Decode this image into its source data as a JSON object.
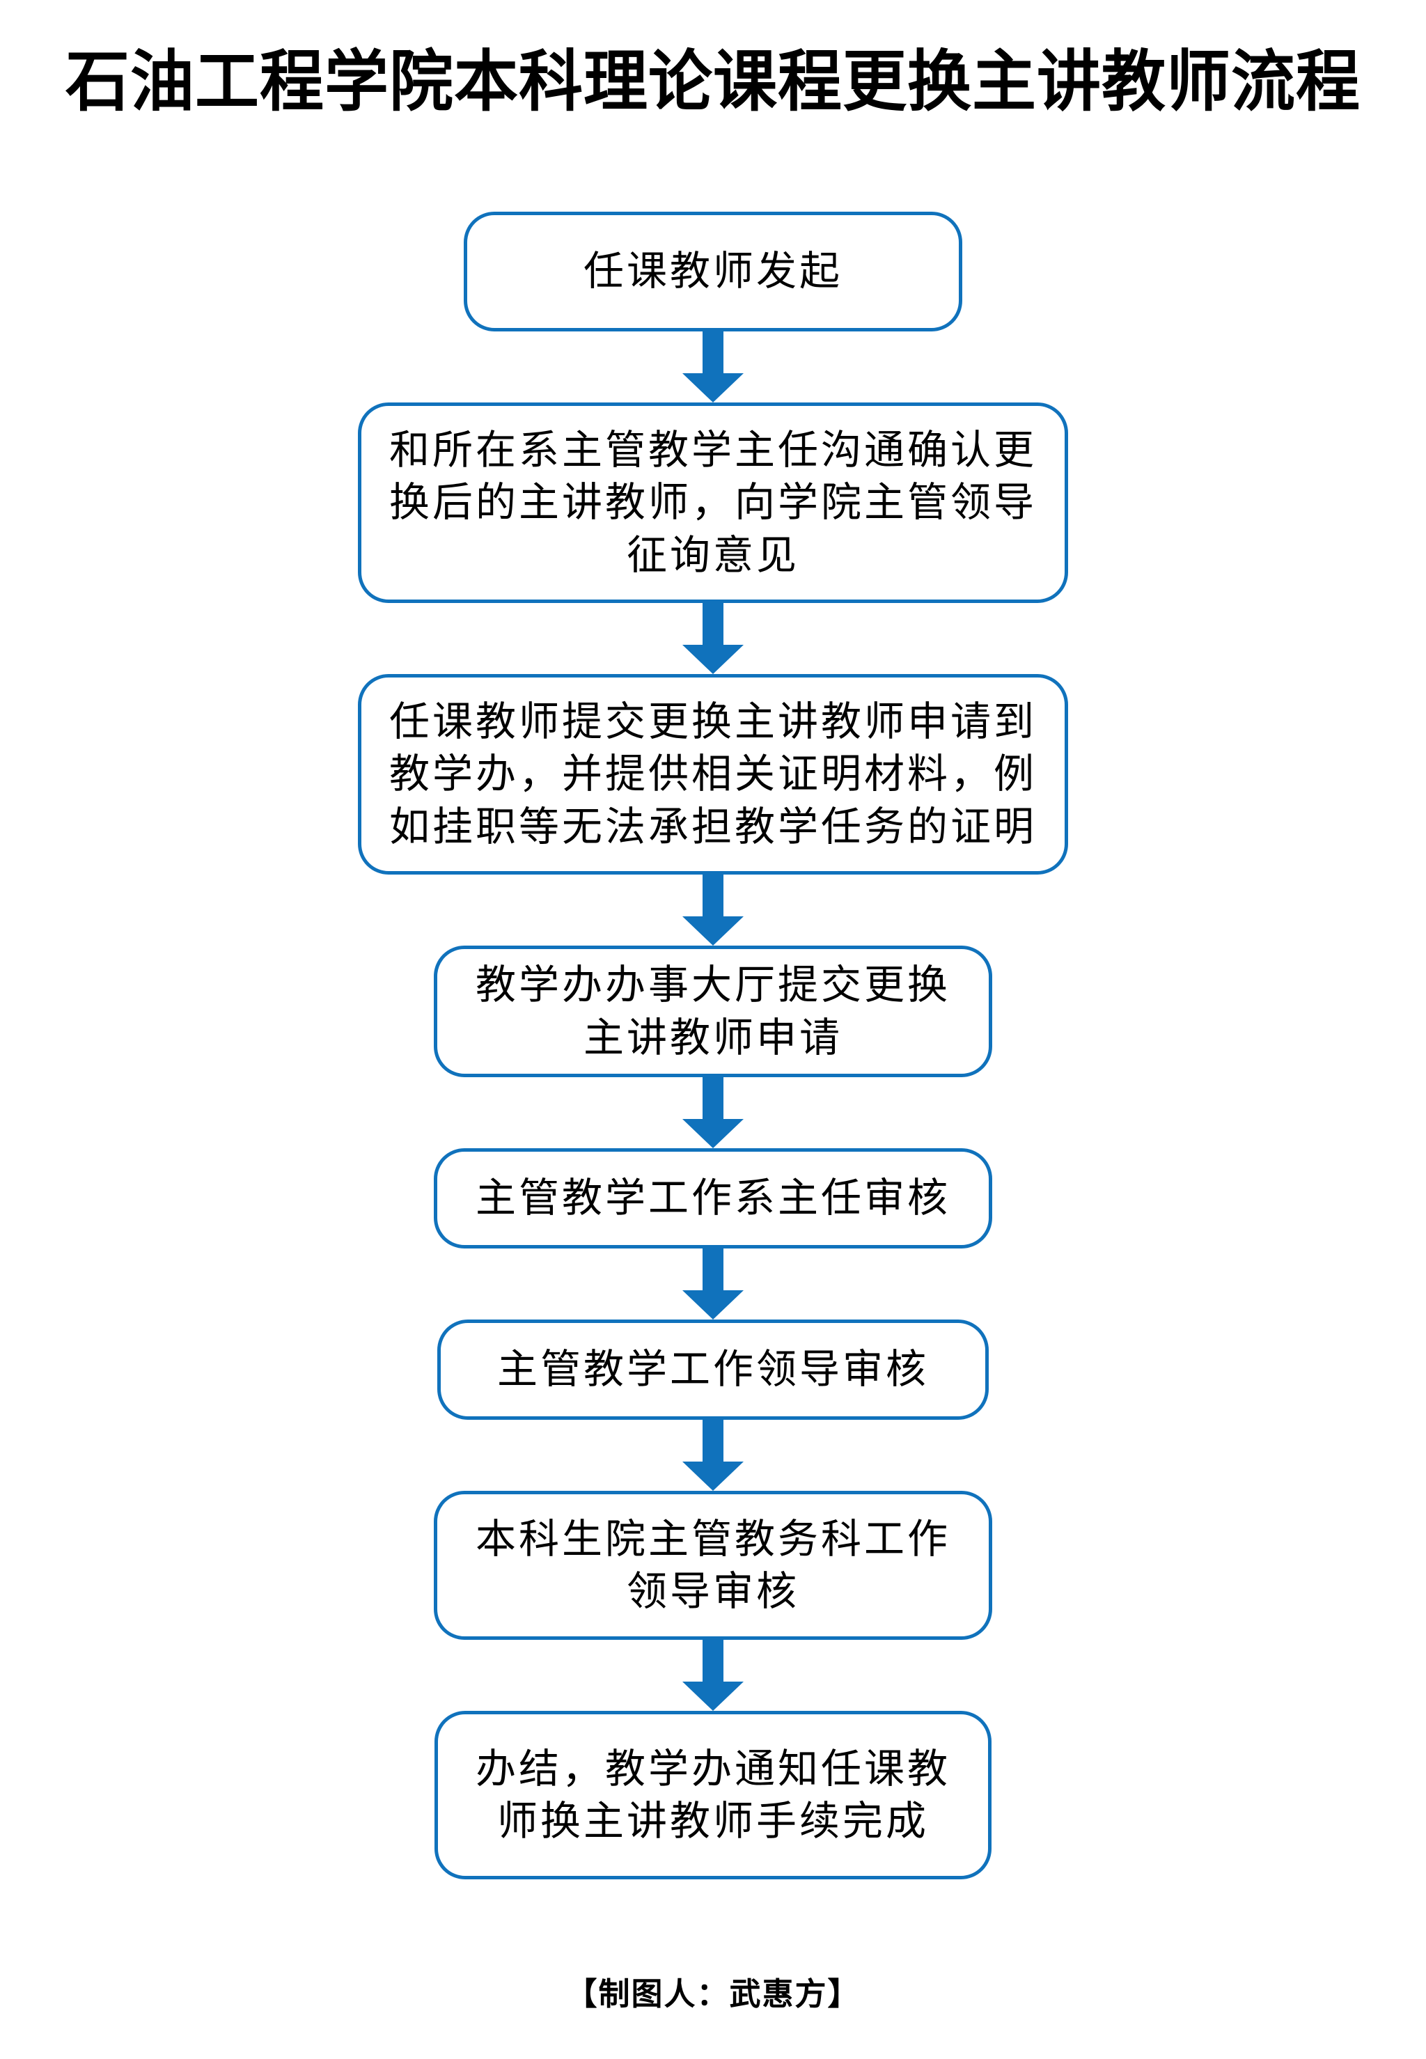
{
  "page": {
    "title": "石油工程学院本科理论课程更换主讲教师流程",
    "footer": "【制图人：武惠方】"
  },
  "colors": {
    "accent_blue": "#1072bc",
    "text": "#000000",
    "background": "#ffffff"
  },
  "flowchart": {
    "type": "vertical-flowchart",
    "direction": "top-down",
    "connector": "down-arrow",
    "steps": [
      {
        "lines": [
          "任课教师发起"
        ]
      },
      {
        "lines": [
          "和所在系主管教学主任沟通确认更",
          "换后的主讲教师，向学院主管领导",
          "征询意见"
        ]
      },
      {
        "lines": [
          "任课教师提交更换主讲教师申请到",
          "教学办，并提供相关证明材料，例",
          "如挂职等无法承担教学任务的证明"
        ]
      },
      {
        "lines": [
          "教学办办事大厅提交更换",
          "主讲教师申请"
        ]
      },
      {
        "lines": [
          "主管教学工作系主任审核"
        ]
      },
      {
        "lines": [
          "主管教学工作领导审核"
        ]
      },
      {
        "lines": [
          "本科生院主管教务科工作",
          "领导审核"
        ]
      },
      {
        "lines": [
          "办结，教学办通知任课教",
          "师换主讲教师手续完成"
        ]
      }
    ]
  }
}
